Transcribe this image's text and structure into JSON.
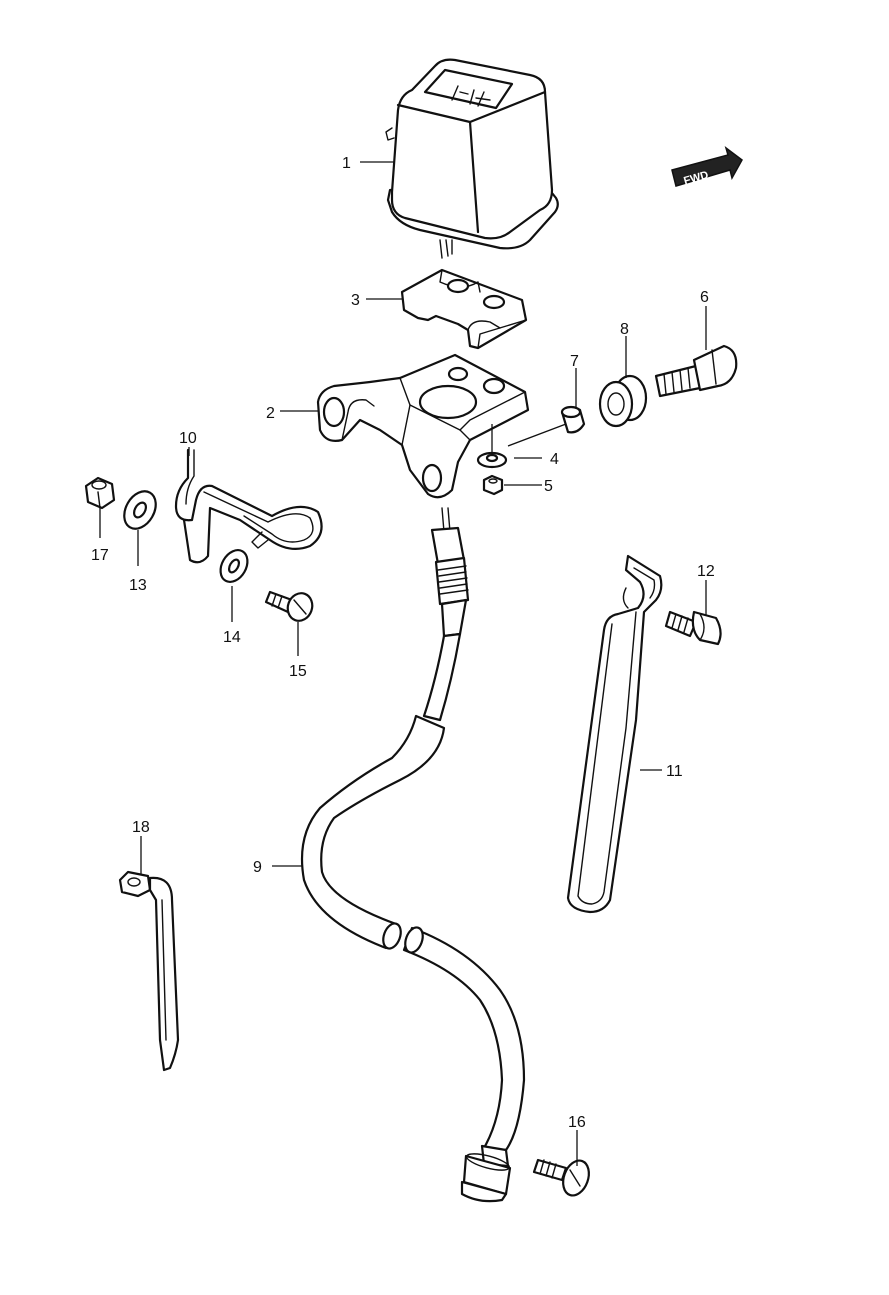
{
  "callouts": {
    "p1": "1",
    "p2": "2",
    "p3": "3",
    "p4": "4",
    "p5": "5",
    "p6": "6",
    "p7": "7",
    "p8": "8",
    "p9": "9",
    "p10": "10",
    "p11": "11",
    "p12": "12",
    "p13": "13",
    "p14": "14",
    "p15": "15",
    "p16": "16",
    "p17": "17",
    "p18": "18"
  },
  "fwd_badge": "FWD",
  "icons": {
    "fwd_arrow": "fwd-arrow-icon"
  }
}
